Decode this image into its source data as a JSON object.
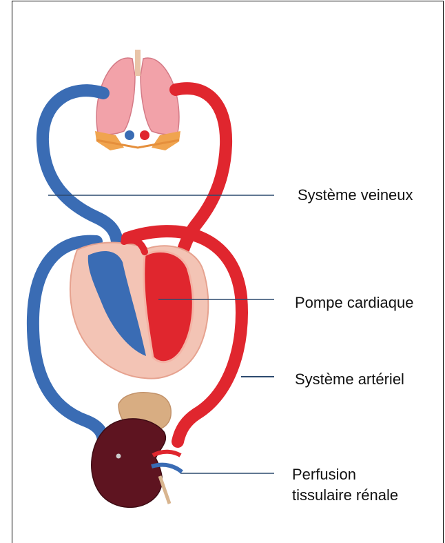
{
  "labels": {
    "venous_system": "Système veineux",
    "cardiac_pump": "Pompe cardiaque",
    "arterial_system": "Système artériel",
    "renal_perfusion_line1": "Perfusion",
    "renal_perfusion_line2": "tissulaire rénale"
  },
  "colors": {
    "venous": "#3a6cb4",
    "arterial": "#e0262e",
    "lung": "#f2a2a9",
    "kidney": "#5e1420",
    "adrenal": "#d8ad82",
    "heart_wall": "#f3c4b5",
    "leader_line": "#2c4a6e"
  }
}
